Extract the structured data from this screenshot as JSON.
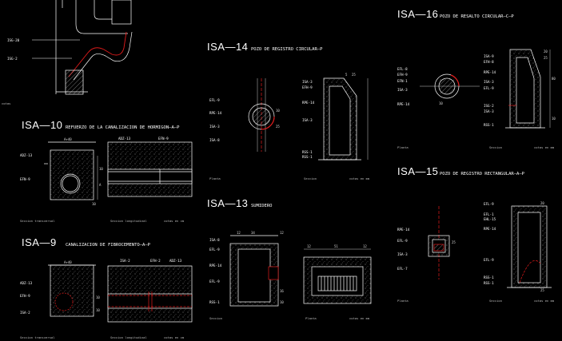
{
  "colors": {
    "background": "#000000",
    "line": "#ffffff",
    "accent": "#e11b1b",
    "dimension": "#cccccc"
  },
  "top_detail": {
    "labels": [
      "ISG-20",
      "ISG-2"
    ],
    "caption": "cotas"
  },
  "isa10": {
    "code": "ISA—10",
    "title": "REFUERZO DE LA CANALIZACION DE HORMIGON—A—P",
    "labels": [
      "ADZ-13",
      "EFN-9",
      "ADZ-13",
      "EFN-9"
    ],
    "dims": [
      "A+40",
      "10",
      "10",
      "A",
      "10"
    ],
    "captions": [
      "Seccion transversal",
      "Seccion longitudinal",
      "cotas en cm"
    ]
  },
  "isa9": {
    "code": "ISA—9",
    "title": "CANALIZACION DE FIBROCEMENTO—A—P",
    "labels": [
      "ADZ-13",
      "EFH-9",
      "ISA-2",
      "ISA-2",
      "EFH-2",
      "ADZ-13"
    ],
    "dims": [
      "A+40",
      "10",
      "10"
    ],
    "captions": [
      "Seccion transversal",
      "Seccion longitudinal",
      "cotas en cm"
    ]
  },
  "isa14": {
    "code": "ISA—14",
    "title": "POZO DE REGISTRO CIRCULAR—P",
    "labels": [
      "EFL-9",
      "RPE-14",
      "ISA-3",
      "ISA-8",
      "ISA-3",
      "EFH-9",
      "RPE-14",
      "ISA-3",
      "RSS-1",
      "RSS-1"
    ],
    "dims": [
      "5",
      "25",
      "10",
      "25"
    ],
    "captions": [
      "Planta",
      "Seccion",
      "cotas en mm"
    ]
  },
  "isa13": {
    "code": "ISA—13",
    "title": "SUMIDERO",
    "labels": [
      "ISA-8",
      "EFL-9",
      "RPE-14",
      "EFL-9",
      "RSS-1"
    ],
    "dims": [
      "12",
      "34",
      "12",
      "12",
      "51",
      "12",
      "16",
      "10"
    ],
    "captions": [
      "Seccion",
      "Planta",
      "cotas en mm"
    ]
  },
  "isa16": {
    "code": "ISA—16",
    "title": "POZO DE RESALTO CIRCULAR—C—P",
    "labels": [
      "EFL-8",
      "EFH-9",
      "EFN-1",
      "ISA-3",
      "RPE-14",
      "ISA-9",
      "EFH-8",
      "RPE-14",
      "ISA-3",
      "EFL-9",
      "ISG-2",
      "ISA-3",
      "RSS-1"
    ],
    "dims": [
      "20",
      "25",
      "80",
      "10",
      "10"
    ],
    "captions": [
      "Planta",
      "Seccion",
      "cotas en mm"
    ]
  },
  "isa15": {
    "code": "ISA—15",
    "title": "POZO DE REGISTRO RECTANGULAR—A—P",
    "labels": [
      "RPE-14",
      "EFL-9",
      "ISA-3",
      "EFL-7",
      "EFL-9",
      "EFL-1",
      "EHL-15",
      "RPE-14",
      "EFL-9",
      "RSS-1",
      "RSS-1"
    ],
    "dims": [
      "20",
      "25",
      "25"
    ],
    "captions": [
      "Planta",
      "Seccion",
      "cotas en mm"
    ]
  }
}
